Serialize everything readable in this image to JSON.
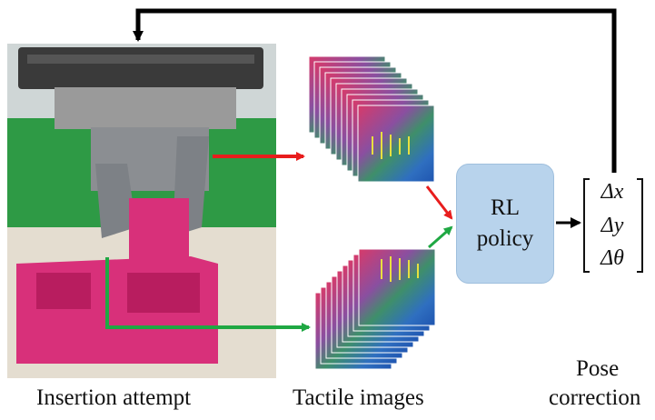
{
  "captions": {
    "insertion": "Insertion attempt",
    "tactile": "Tactile images",
    "pose_line1": "Pose",
    "pose_line2": "correction"
  },
  "policy": {
    "line1": "RL",
    "line2": "policy"
  },
  "matrix": {
    "row1": "Δx",
    "row2": "Δy",
    "row3": "Δθ"
  },
  "colors": {
    "policy_fill": "#b8d3ec",
    "arrow_red": "#e81d1d",
    "arrow_green": "#1fa843",
    "feedback": "#000000",
    "peg_magenta": "#d8307a"
  },
  "icons": {
    "photo": "robot-gripper-photo",
    "stacks": "tactile-image-stack"
  }
}
